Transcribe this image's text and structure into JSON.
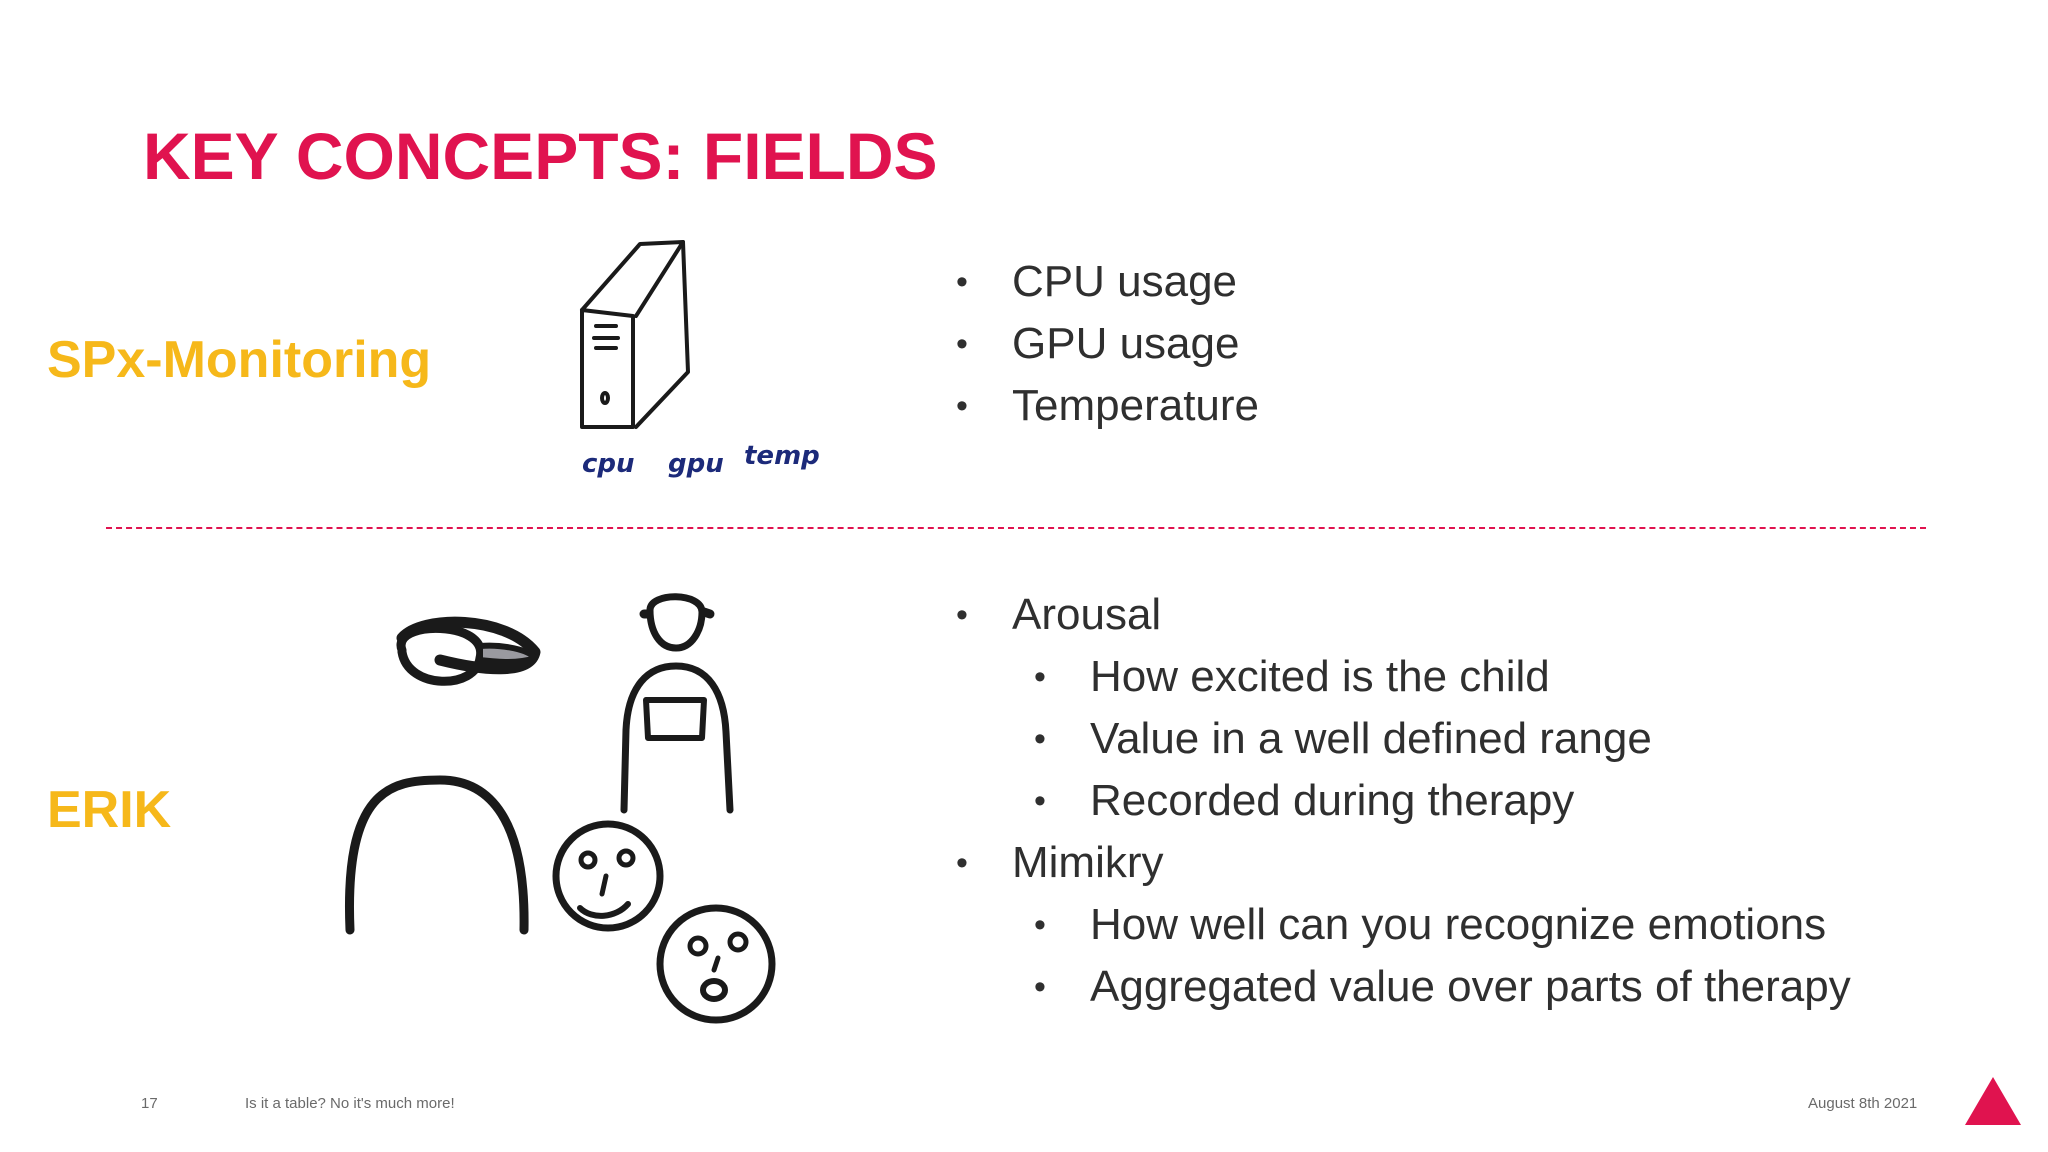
{
  "slide": {
    "title": "KEY CONCEPTS: FIELDS",
    "sections": [
      {
        "label": "SPx-Monitoring",
        "sketch_labels": [
          "cpu",
          "gpu",
          "temp"
        ],
        "bullets": [
          {
            "text": "CPU usage"
          },
          {
            "text": "GPU usage"
          },
          {
            "text": "Temperature"
          }
        ]
      },
      {
        "label": "ERIK",
        "bullets": [
          {
            "text": "Arousal",
            "sub": [
              "How excited is the child",
              "Value in a well defined range",
              "Recorded during therapy"
            ]
          },
          {
            "text": "Mimikry",
            "sub": [
              "How well can you recognize emotions",
              "Aggregated value over parts of therapy"
            ]
          }
        ]
      }
    ],
    "bullet_glyph": "•",
    "footer": {
      "page_number": "17",
      "subtitle": "Is it a table? No it's much more!",
      "date": "August 8th 2021"
    },
    "colors": {
      "title": "#e0134f",
      "section_label": "#f6b81a",
      "divider": "#e0134f",
      "body_text": "#2f2f2f",
      "sketch_ink": "#1a1a1a",
      "sketch_label_ink": "#1c2a7a",
      "logo": "#e0134f"
    },
    "icons": [
      "computer-tower-sketch-icon",
      "therapy-session-sketch-icon",
      "triangle-logo-icon"
    ]
  }
}
